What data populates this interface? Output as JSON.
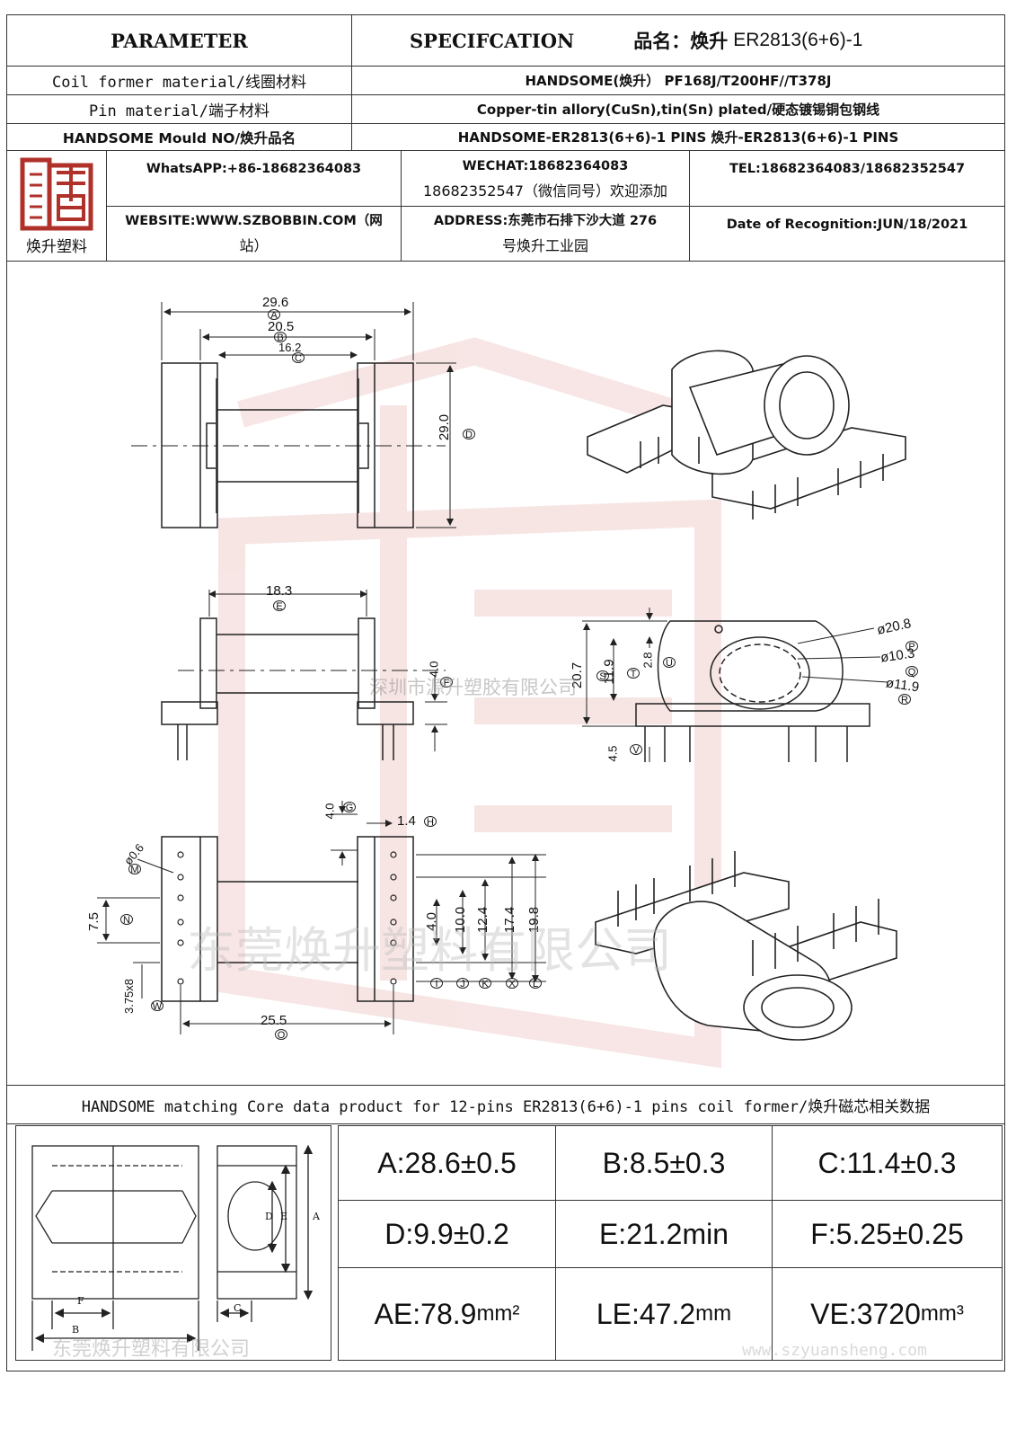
{
  "header": {
    "parameter": "PARAMETER",
    "specification": "SPECIFCATION",
    "product_name_label": "品名：焕升",
    "product_name_value": "ER2813(6+6)-1"
  },
  "spec_rows": [
    {
      "label": "Coil former material/线圈材料",
      "value": "HANDSOME(焕升）  PF168J/T200HF//T378J"
    },
    {
      "label": "Pin material/端子材料",
      "value": "Copper-tin allory(CuSn),tin(Sn) plated/硬态镀锡铜包钢线"
    },
    {
      "label": "HANDSOME Mould NO/焕升品名",
      "value": "HANDSOME-ER2813(6+6)-1 PINS   焕升-ER2813(6+6)-1 PINS"
    }
  ],
  "company": {
    "logo_caption": "焕升塑料",
    "whatsapp": "WhatsAPP:+86-18682364083",
    "wechat_line1": "WECHAT:18682364083",
    "wechat_line2": "18682352547（微信同号）欢迎添加",
    "tel": "TEL:18682364083/18682352547",
    "website_line1": "WEBSITE:WWW.SZBOBBIN.COM（网",
    "website_line2": "站）",
    "address_line1": "ADDRESS:东莞市石排下沙大道 276",
    "address_line2": "号焕升工业园",
    "date": "Date of Recognition:JUN/18/2021"
  },
  "drawing": {
    "dims": {
      "A": "29.6",
      "B": "20.5",
      "C": "16.2",
      "D": "29.0",
      "E": "18.3",
      "F": "4.0",
      "G": "4.0",
      "H": "1.4",
      "M": "ø0.6",
      "N": "7.5",
      "W": "3.75x8",
      "I": "4.0",
      "J": "10.0",
      "K": "12.4",
      "X": "17.4",
      "L": "19.8",
      "O": "25.5",
      "P": "ø20.8",
      "Q": "ø10.3",
      "R": "ø11.9",
      "S": "20.7",
      "T": "11.9",
      "U": "2.8",
      "V": "4.5"
    },
    "letters": {
      "A": "A",
      "B": "B",
      "C": "C",
      "D": "D",
      "E": "E",
      "F": "F",
      "G": "G",
      "H": "H",
      "M": "M",
      "N": "N",
      "W": "W",
      "I": "I",
      "J": "J",
      "K": "K",
      "X": "X",
      "L": "L",
      "O": "O",
      "P": "P",
      "Q": "Q",
      "R": "R",
      "S": "S",
      "T": "T",
      "U": "U",
      "V": "V"
    },
    "watermark_center": "深圳市源升塑胶有限公司",
    "watermark_bottom": "东莞焕升塑料有限公司"
  },
  "core_title": "HANDSOME matching Core data  product for 12-pins ER2813(6+6)-1 pins coil former/焕升磁芯相关数据",
  "core_diagram_labels": {
    "A": "A",
    "B": "B",
    "C": "C",
    "D": "D",
    "E": "E",
    "F": "F"
  },
  "core_data": [
    {
      "label": "A:28.6±0.5"
    },
    {
      "label": "B:8.5±0.3"
    },
    {
      "label": "C:11.4±0.3"
    },
    {
      "label": "D:9.9±0.2"
    },
    {
      "label": "E:21.2min"
    },
    {
      "label": "F:5.25±0.25"
    },
    {
      "label": "AE:78.9",
      "unit": "mm²"
    },
    {
      "label": "LE:47.2",
      "unit": "mm"
    },
    {
      "label": "VE:3720",
      "unit": "mm³"
    }
  ],
  "footer": {
    "watermark_left": "东莞焕升塑料有限公司",
    "watermark_right": "www.szyuansheng.com"
  }
}
